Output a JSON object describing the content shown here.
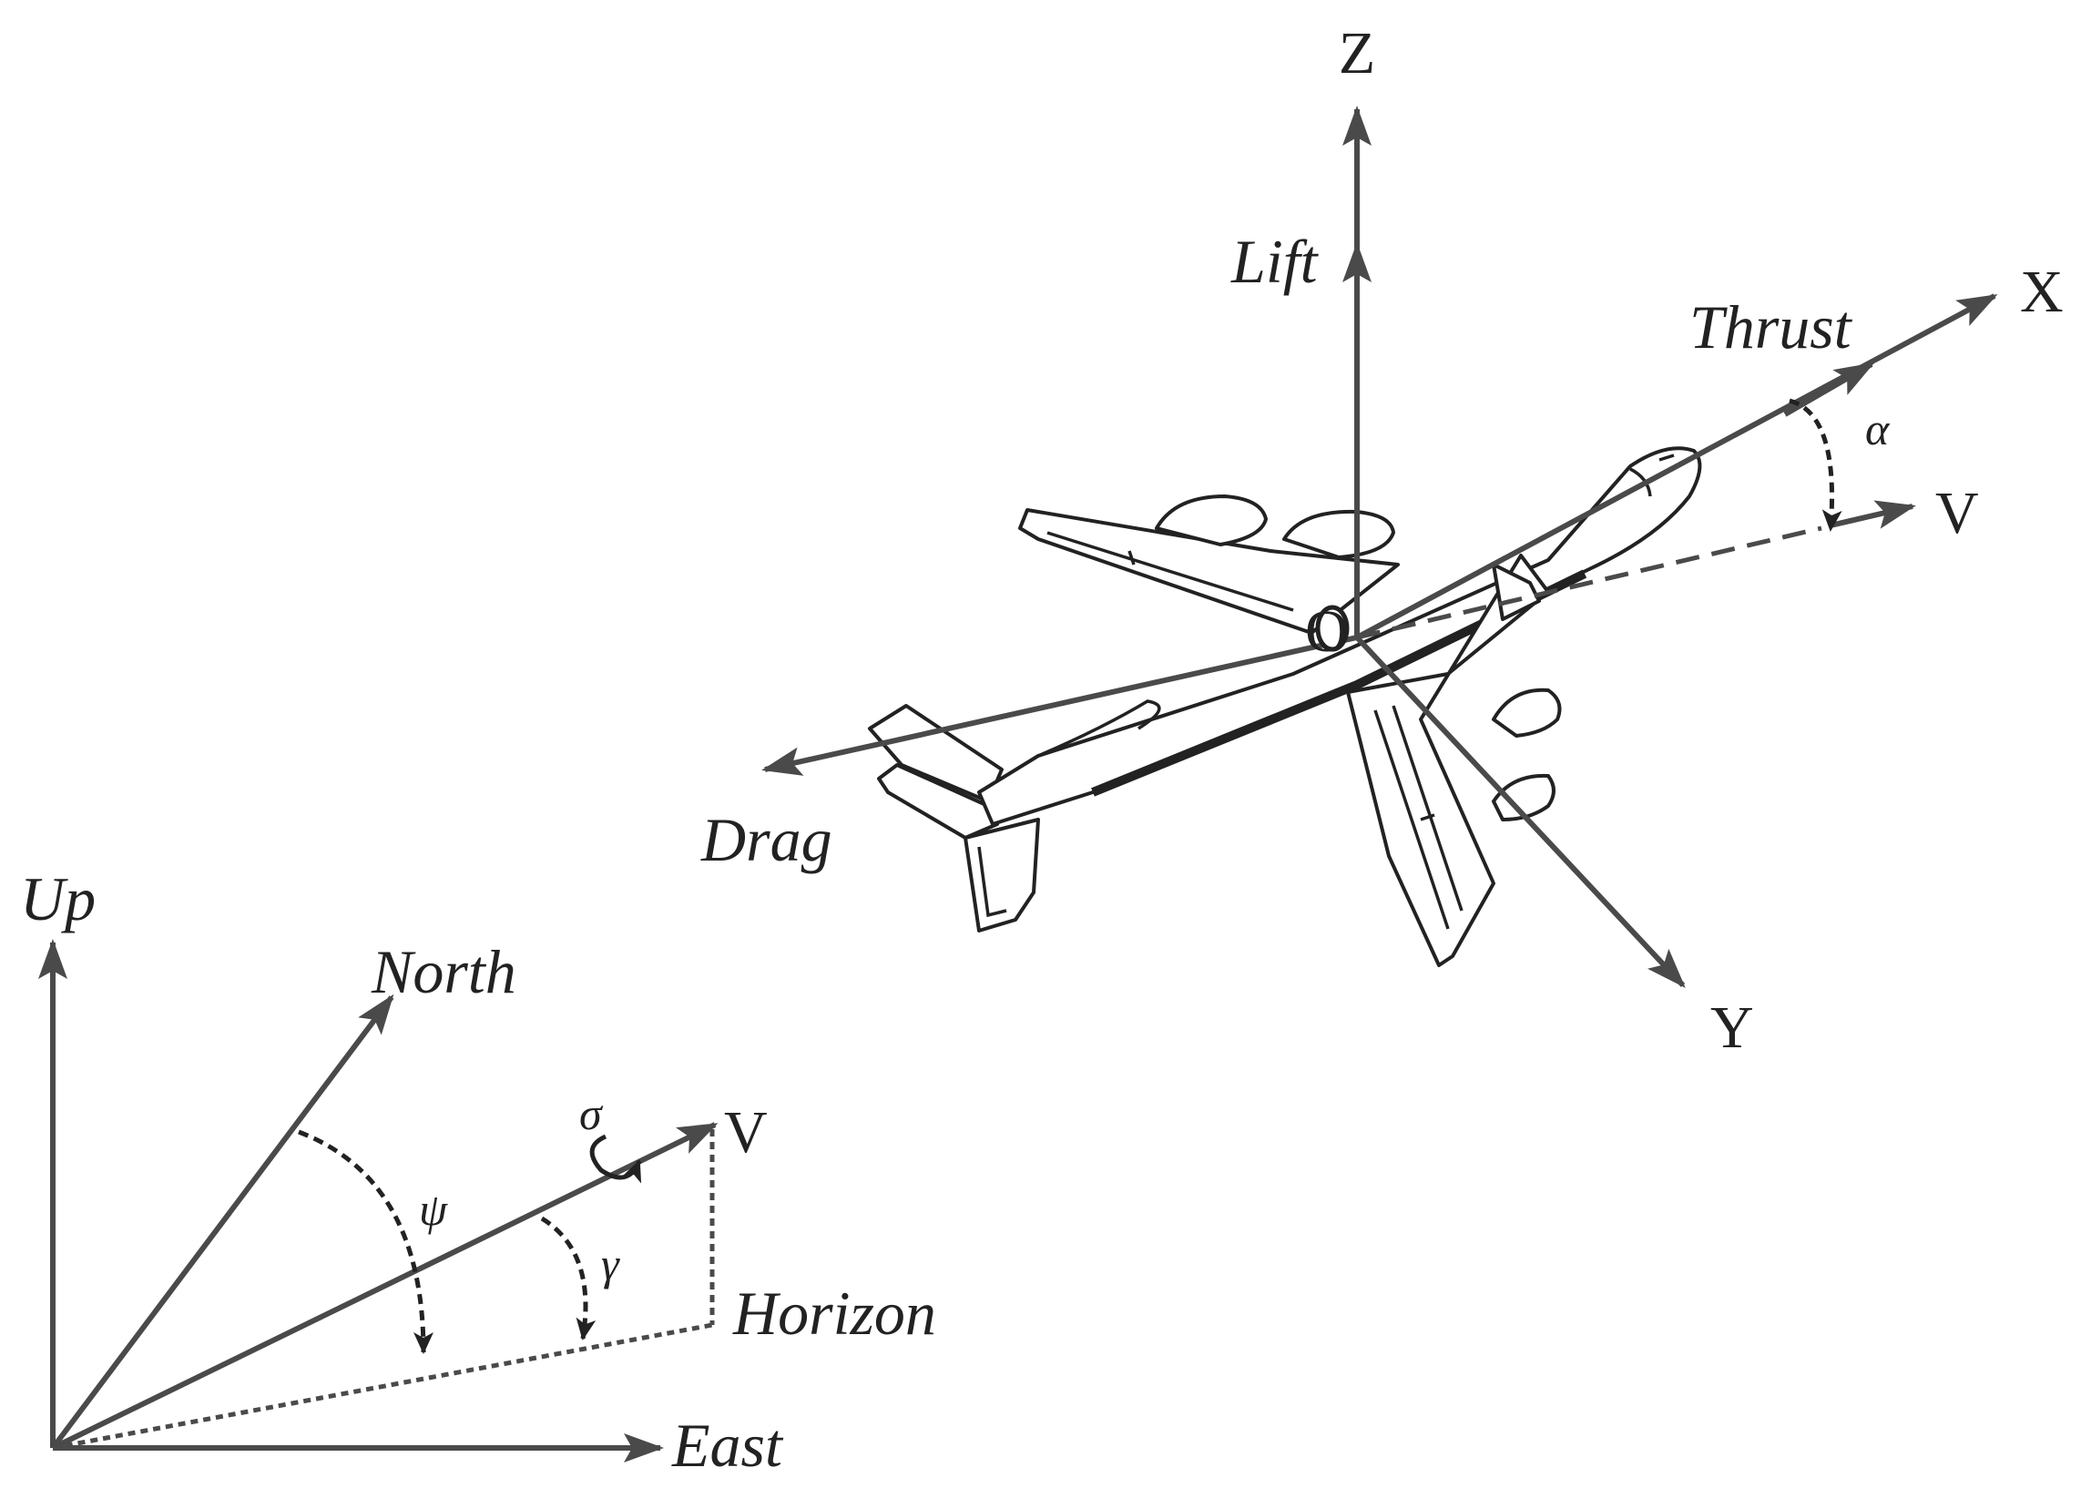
{
  "labels": {
    "z": "Z",
    "x": "X",
    "y": "Y",
    "v_body": "V",
    "v_ground": "V",
    "origin": "O",
    "lift": "Lift",
    "thrust": "Thrust",
    "drag": "Drag",
    "up": "Up",
    "north": "North",
    "east": "East",
    "horizon": "Horizon",
    "alpha": "α",
    "psi": "ψ",
    "gamma": "γ",
    "sigma": "σ"
  },
  "colors": {
    "axis": "#4a4a4a",
    "ink": "#222222",
    "background": "#ffffff"
  }
}
